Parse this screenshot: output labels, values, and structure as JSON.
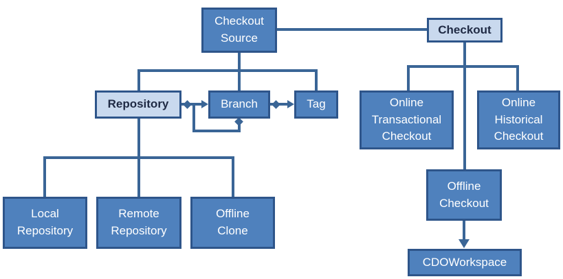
{
  "colors": {
    "node_fill_dark": "#4F81BD",
    "node_fill_light": "#C9D9EE",
    "node_border": "#2E558A",
    "connector_line": "#3A6596",
    "text_on_dark": "#FFFFFF",
    "text_on_light": "#1F2A44",
    "background": "#FFFFFF"
  },
  "nodes": {
    "checkout_source": {
      "label": "Checkout\nSource",
      "style": "dark"
    },
    "checkout": {
      "label": "Checkout",
      "style": "light-bold"
    },
    "repository": {
      "label": "Repository",
      "style": "light-bold"
    },
    "branch": {
      "label": "Branch",
      "style": "dark"
    },
    "tag": {
      "label": "Tag",
      "style": "dark"
    },
    "online_transactional_checkout": {
      "label": "Online\nTransactional\nCheckout",
      "style": "dark"
    },
    "online_historical_checkout": {
      "label": "Online\nHistorical\nCheckout",
      "style": "dark"
    },
    "offline_checkout": {
      "label": "Offline\nCheckout",
      "style": "dark"
    },
    "cdo_workspace": {
      "label": "CDOWorkspace",
      "style": "dark"
    },
    "local_repository": {
      "label": "Local\nRepository",
      "style": "dark"
    },
    "remote_repository": {
      "label": "Remote\nRepository",
      "style": "dark"
    },
    "offline_clone": {
      "label": "Offline\nClone",
      "style": "dark"
    }
  },
  "connections": [
    {
      "from": "Checkout Source",
      "to": "Checkout",
      "type": "plain-line"
    },
    {
      "from": "Checkout Source",
      "to": "Repository, Branch, Tag",
      "type": "tree"
    },
    {
      "from": "Repository",
      "to": "Branch",
      "type": "aggregation-diamond-arrow"
    },
    {
      "from": "Branch",
      "to": "Tag",
      "type": "aggregation-diamond-arrow"
    },
    {
      "from": "Branch",
      "to": "Branch",
      "type": "self-loop-aggregation"
    },
    {
      "from": "Repository",
      "to": "Local Repository, Remote Repository, Offline Clone",
      "type": "tree"
    },
    {
      "from": "Checkout",
      "to": "Online Transactional Checkout, Online Historical Checkout, Offline Checkout",
      "type": "tree"
    },
    {
      "from": "Offline Checkout",
      "to": "CDOWorkspace",
      "type": "arrow-down"
    }
  ]
}
